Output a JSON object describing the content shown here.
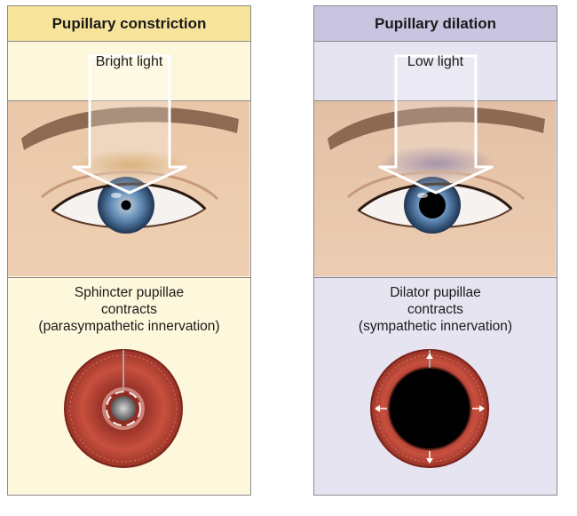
{
  "panels": [
    {
      "title": "Pupillary constriction",
      "light": "Bright light",
      "lines": [
        "Sphincter pupillae",
        "contracts",
        "(parasympathetic innervation)"
      ]
    },
    {
      "title": "Pupillary dilation",
      "light": "Low light",
      "lines": [
        "Dilator pupillae",
        "contracts",
        "(sympathetic innervation)"
      ]
    }
  ],
  "colors": {
    "constriction_header": "#f8e39a",
    "constriction_panel": "#fdf7db",
    "dilation_header": "#c9c5e0",
    "dilation_panel": "#e6e4f1",
    "iris_muscle": "#c0483a"
  }
}
